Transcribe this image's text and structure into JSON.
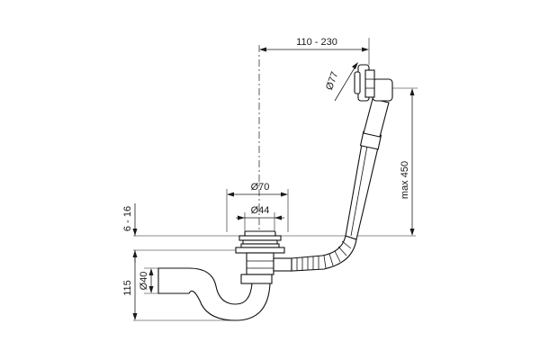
{
  "dimensions": {
    "offset": "110 - 230",
    "overflow_dia": "Ø77",
    "waste_outer_dia": "Ø70",
    "waste_inner_dia": "Ø44",
    "max_height": "max 450",
    "rim_thickness": "6 - 16",
    "trap_height": "115",
    "trap_dia": "Ø40"
  }
}
